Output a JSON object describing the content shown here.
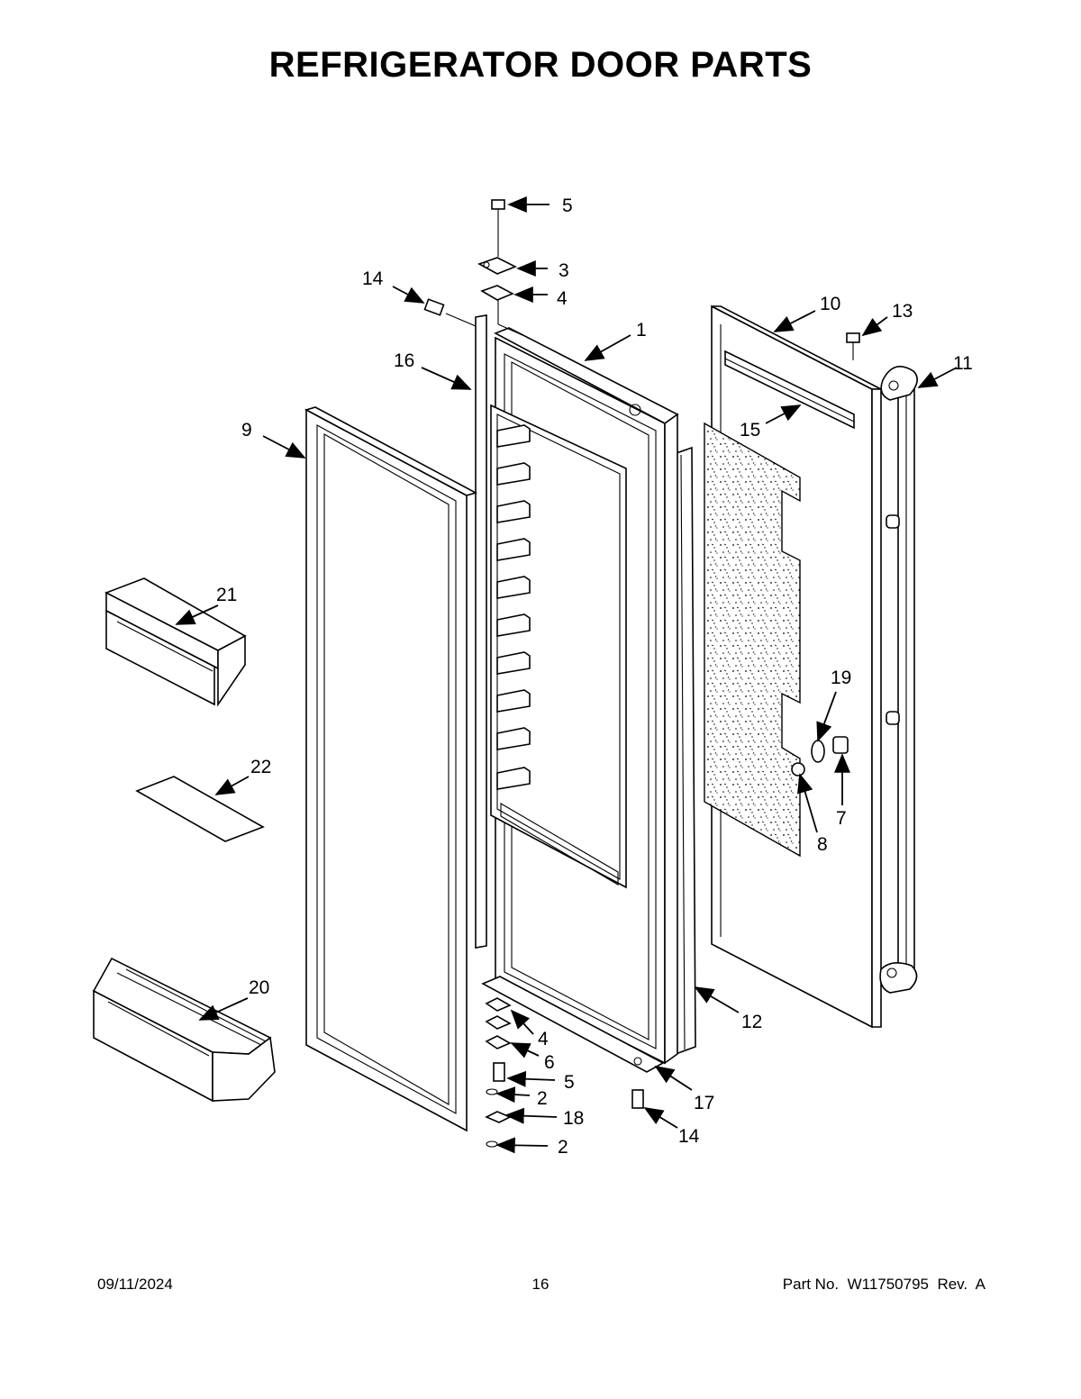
{
  "title": "REFRIGERATOR DOOR PARTS",
  "callouts": [
    {
      "id": "c5-top",
      "label": "5"
    },
    {
      "id": "c3",
      "label": "3"
    },
    {
      "id": "c4-top",
      "label": "4"
    },
    {
      "id": "c14-top",
      "label": "14"
    },
    {
      "id": "c1",
      "label": "1"
    },
    {
      "id": "c16",
      "label": "16"
    },
    {
      "id": "c10",
      "label": "10"
    },
    {
      "id": "c13",
      "label": "13"
    },
    {
      "id": "c11",
      "label": "11"
    },
    {
      "id": "c15",
      "label": "15"
    },
    {
      "id": "c9",
      "label": "9"
    },
    {
      "id": "c21",
      "label": "21"
    },
    {
      "id": "c19",
      "label": "19"
    },
    {
      "id": "c22",
      "label": "22"
    },
    {
      "id": "c7",
      "label": "7"
    },
    {
      "id": "c8",
      "label": "8"
    },
    {
      "id": "c20",
      "label": "20"
    },
    {
      "id": "c12",
      "label": "12"
    },
    {
      "id": "c4-bottom",
      "label": "4"
    },
    {
      "id": "c6",
      "label": "6"
    },
    {
      "id": "c5-bottom",
      "label": "5"
    },
    {
      "id": "c2-upper",
      "label": "2"
    },
    {
      "id": "c17",
      "label": "17"
    },
    {
      "id": "c18",
      "label": "18"
    },
    {
      "id": "c14-bottom",
      "label": "14"
    },
    {
      "id": "c2-lower",
      "label": "2"
    }
  ],
  "footer": {
    "date": "09/11/2024",
    "page": "16",
    "part_number": "Part No.  W11750795  Rev.  A"
  }
}
